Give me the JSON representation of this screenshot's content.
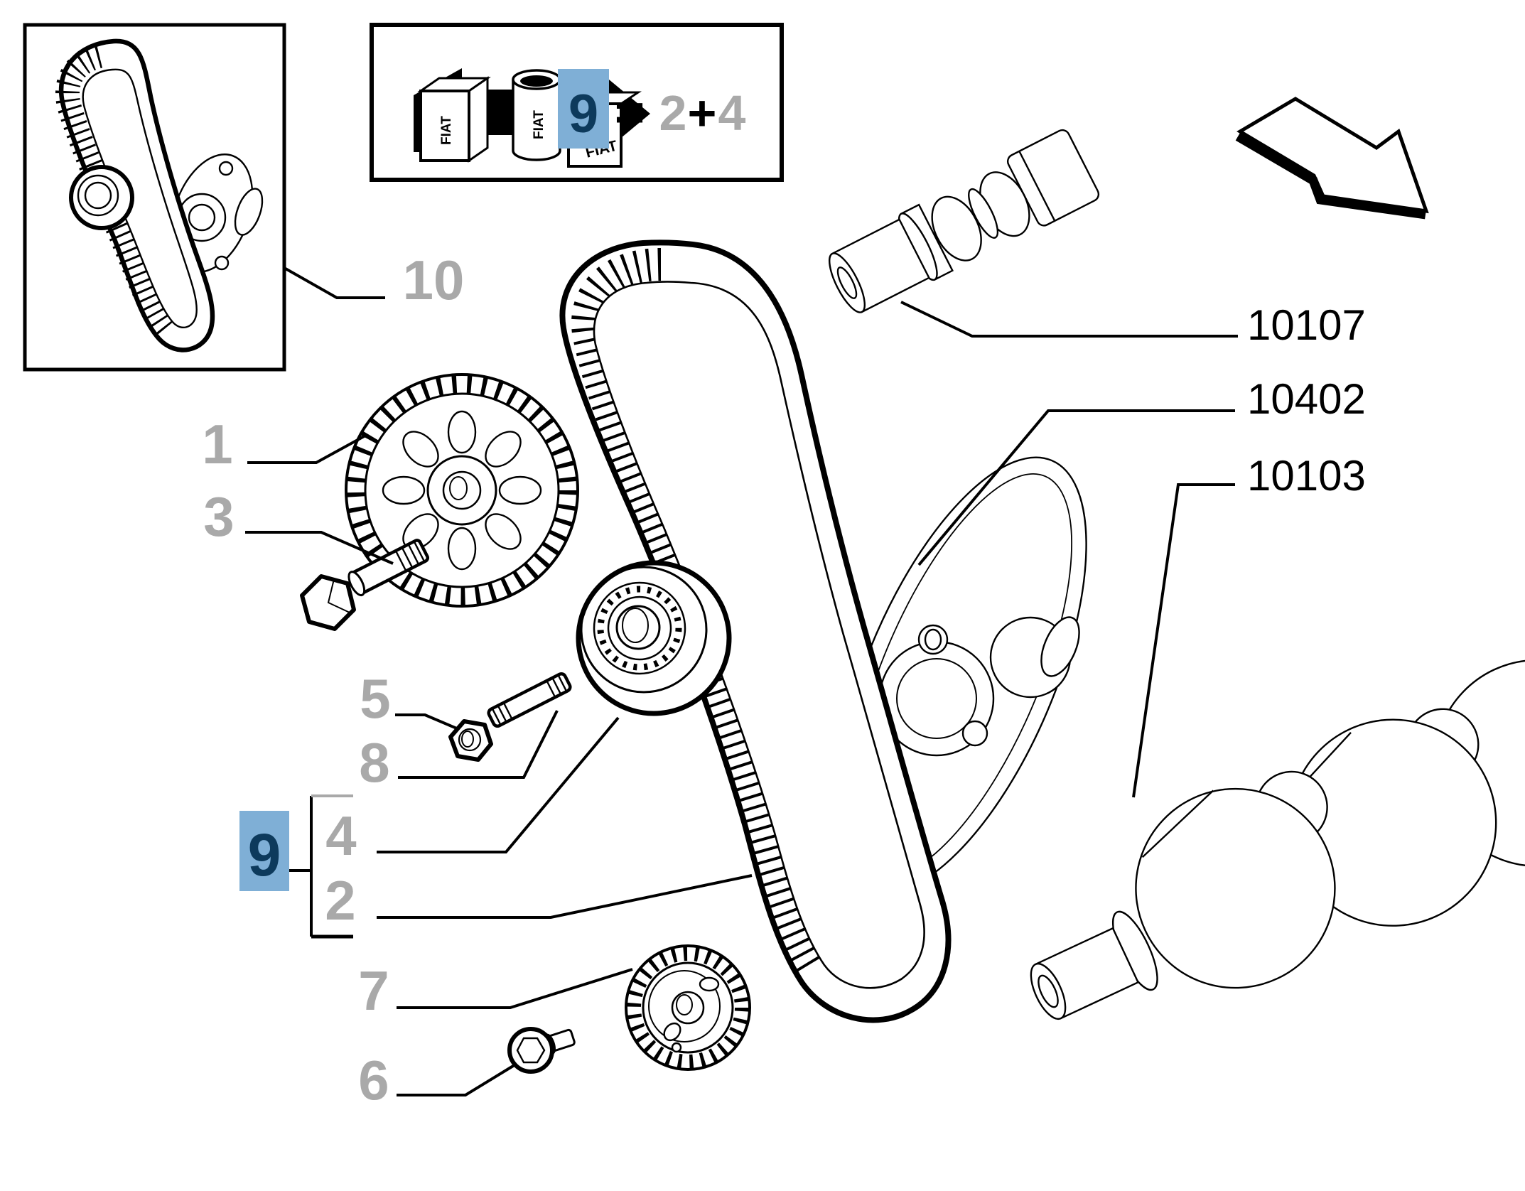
{
  "colors": {
    "background": "#ffffff",
    "line": "#000000",
    "label_gray": "#a9a9a9",
    "highlight_bg": "#7fafd6",
    "highlight_text": "#0d3a5c"
  },
  "legend": {
    "brand": "FIAT",
    "kit_number": "9",
    "equals": "=",
    "component_a": "2",
    "plus": "+",
    "component_b": "4"
  },
  "callouts": {
    "c1": "1",
    "c2": "2",
    "c3": "3",
    "c4": "4",
    "c5": "5",
    "c6": "6",
    "c7": "7",
    "c8": "8",
    "c9": "9",
    "c10": "10"
  },
  "page_refs": {
    "camshaft": "10107",
    "water_pump": "10402",
    "crankshaft": "10103"
  }
}
